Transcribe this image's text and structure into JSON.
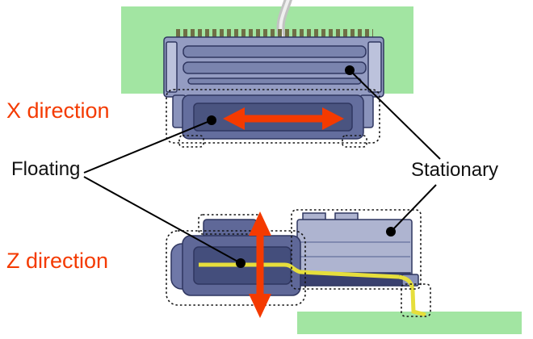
{
  "labels": {
    "x_direction": "X direction",
    "z_direction": "Z direction",
    "floating": "Floating",
    "stationary": "Stationary"
  },
  "colors": {
    "accent_red": "#f43a00",
    "pcb_green": "#a2e5a2",
    "body_blue": "#949cc2",
    "body_dark_blue": "#5f6898",
    "recess_blue": "#4a5480",
    "slot_blue": "#7a84ae",
    "lavender": "#aeb4d0",
    "end_cap": "#bcc2dc",
    "under_rail": "#39406e",
    "contact_yellow": "#e6de3c",
    "outline_dark": "#2f3660",
    "cable_gray": "#c2c2c2"
  }
}
